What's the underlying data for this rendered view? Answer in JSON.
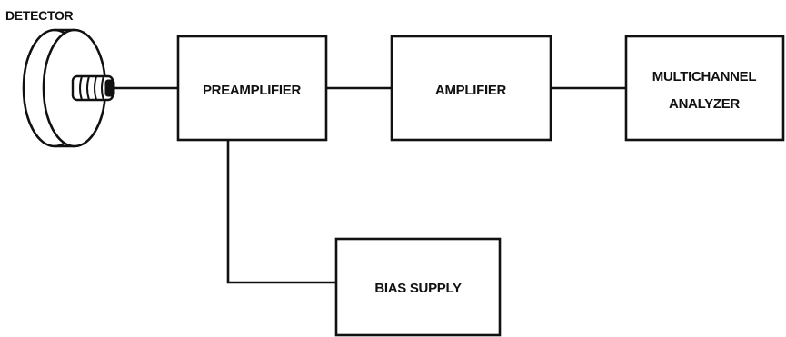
{
  "diagram": {
    "detector_label": "DETECTOR",
    "blocks": {
      "preamplifier": "PREAMPLIFIER",
      "amplifier": "AMPLIFIER",
      "analyzer_line1": "MULTICHANNEL",
      "analyzer_line2": "ANALYZER",
      "bias_supply": "BIAS SUPPLY"
    }
  }
}
